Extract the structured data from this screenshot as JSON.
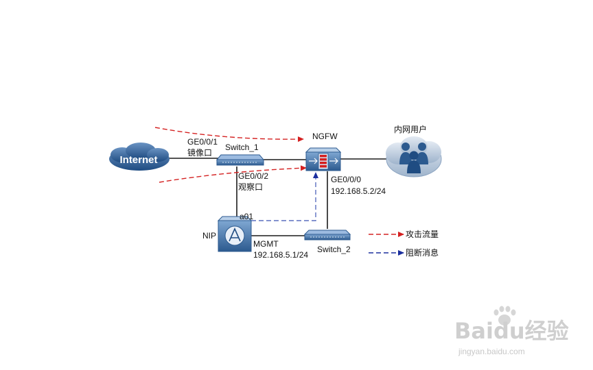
{
  "nodes": {
    "internet": "Internet",
    "switch1": "Switch_1",
    "ngfw": "NGFW",
    "users": "内网用户",
    "nip": "NIP",
    "switch2": "Switch_2"
  },
  "ports": {
    "ge001": "GE0/0/1",
    "ge001_desc": "镜像口",
    "ge002": "GE0/0/2",
    "ge002_desc": "观察口",
    "ge000": "GE0/0/0",
    "ngfw_ip": "192.168.5.2/24",
    "a01": "a01",
    "mgmt": "MGMT",
    "nip_ip": "192.168.5.1/24"
  },
  "legend": {
    "attack": "攻击流量",
    "block": "阻断消息"
  },
  "colors": {
    "attack": "#d42020",
    "block": "#1a2e9e",
    "link": "#1a1a1a",
    "device": "#2f5f9a"
  },
  "watermark": {
    "brand": "Baidu经验",
    "url": "jingyan.baidu.com"
  }
}
